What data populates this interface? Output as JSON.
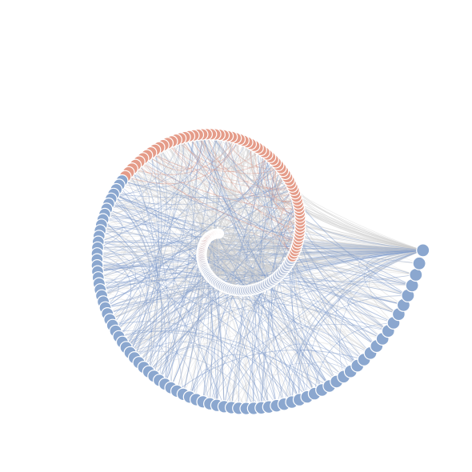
{
  "diagram": {
    "type": "spiral-network",
    "node_count": 240,
    "hub_count": 1,
    "colors": {
      "red": "#e59c89",
      "red_dark": "#c0533f",
      "blue": "#8ba7cf",
      "blue_light": "#c5cde0",
      "edge_grey": "#cfcfcf",
      "edge_red": "#d98f7c",
      "edge_blue": "#7f9ccb",
      "background": "#ffffff"
    }
  }
}
